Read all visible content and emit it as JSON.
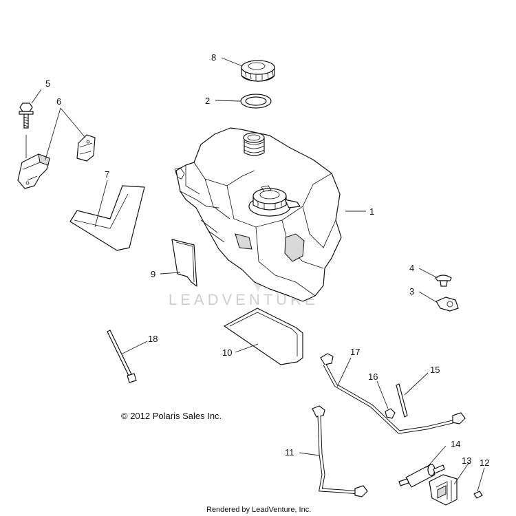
{
  "callouts": {
    "c1": "1",
    "c2": "2",
    "c3": "3",
    "c4": "4",
    "c5": "5",
    "c6": "6",
    "c7": "7",
    "c8": "8",
    "c9": "9",
    "c10": "10",
    "c11": "11",
    "c12": "12",
    "c13": "13",
    "c14": "14",
    "c15": "15",
    "c16": "16",
    "c17": "17",
    "c18": "18"
  },
  "watermark": "LEADVENTURE",
  "copyright": "© 2012 Polaris Sales Inc.",
  "footer": "Rendered by LeadVenture, Inc."
}
